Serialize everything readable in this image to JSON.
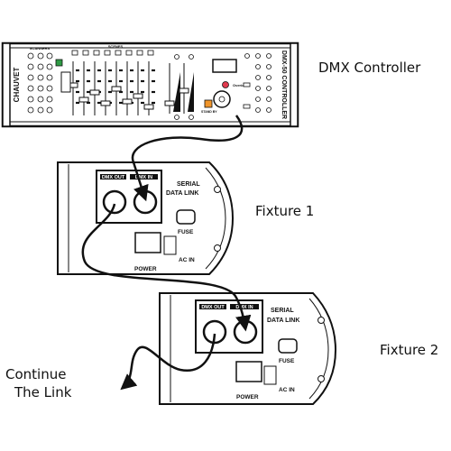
{
  "labels": {
    "controller": "DMX Controller",
    "fixture1": "Fixture 1",
    "fixture2": "Fixture 2",
    "continue_line1": "Continue",
    "continue_line2": "The Link"
  },
  "controller_panel": {
    "brand": "CHAUVET",
    "model": "DMX-50 CONTROLLER",
    "scanners_label": "SCANNERS",
    "scenes_label": "SCENES",
    "overide_label": "Overide",
    "standby_label": "STAND BY"
  },
  "fixture_panel": {
    "dmx_out": "DMX OUT",
    "dmx_in": "DMX IN",
    "serial_line1": "SERIAL",
    "serial_line2": "DATA LINK",
    "fuse": "FUSE",
    "ac_in": "AC IN",
    "power": "POWER"
  }
}
